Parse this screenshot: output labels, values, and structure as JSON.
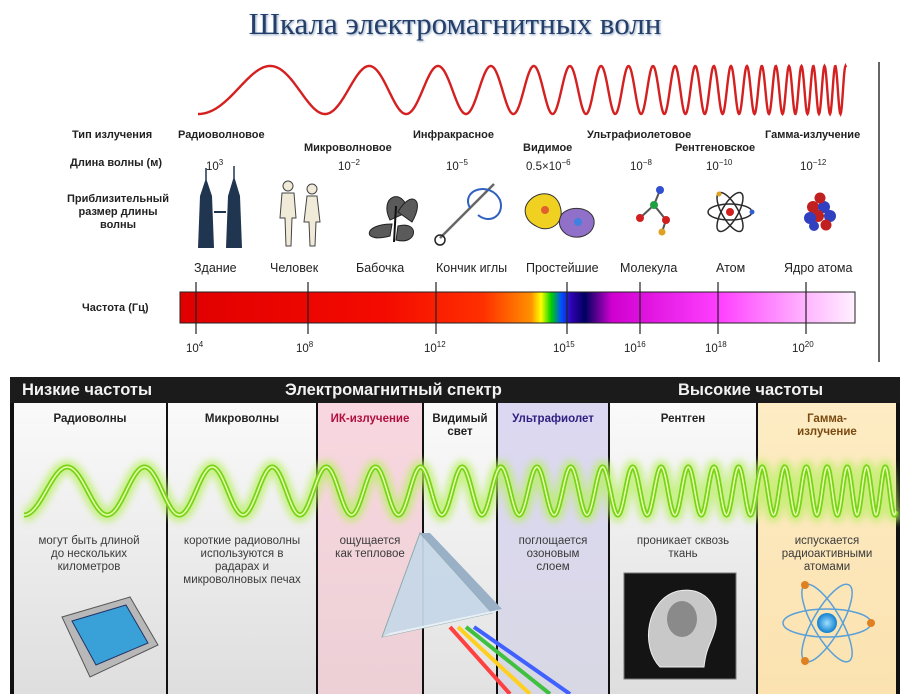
{
  "title": "Шкала электромагнитных волн",
  "top": {
    "row_labels": {
      "type": "Тип излучения",
      "wavelength": "Длина волны (м)",
      "size": "Приблизительный размер длины волны",
      "frequency": "Частота (Гц)"
    },
    "types": [
      "Радиоволновое",
      "Микроволновое",
      "Инфракрасное",
      "Видимое",
      "Ультрафиолетовое",
      "Рентгеновское",
      "Гамма-излучение"
    ],
    "wavelengths": [
      {
        "base": "10",
        "exp": "3"
      },
      {
        "base": "10",
        "exp": "−2"
      },
      {
        "base": "10",
        "exp": "−5"
      },
      {
        "base": "0.5×10",
        "exp": "−6"
      },
      {
        "base": "10",
        "exp": "−8"
      },
      {
        "base": "10",
        "exp": "−10"
      },
      {
        "base": "10",
        "exp": "−12"
      }
    ],
    "objects": [
      "Здание",
      "Человек",
      "Бабочка",
      "Кончик иглы",
      "Простейшие",
      "Молекула",
      "Атом",
      "Ядро атома"
    ],
    "frequencies": [
      {
        "base": "10",
        "exp": "4"
      },
      {
        "base": "10",
        "exp": "8"
      },
      {
        "base": "10",
        "exp": "12"
      },
      {
        "base": "10",
        "exp": "15"
      },
      {
        "base": "10",
        "exp": "16"
      },
      {
        "base": "10",
        "exp": "18"
      },
      {
        "base": "10",
        "exp": "20"
      }
    ]
  },
  "bottom": {
    "header": {
      "low": "Низкие частоты",
      "center": "Электромагнитный спектр",
      "high": "Высокие частоты"
    },
    "columns": [
      {
        "title": "Радиоволны",
        "desc": "могут быть длиной до нескольких километров"
      },
      {
        "title": "Микроволны",
        "desc": "короткие радиоволны используются в радарах и микроволновых печах"
      },
      {
        "title": "ИК-излучение",
        "desc": "ощущается как тепловое"
      },
      {
        "title": "Видимый свет",
        "desc": ""
      },
      {
        "title": "Ультрафиолет",
        "desc": "поглощается озоновым слоем"
      },
      {
        "title": "Рентген",
        "desc": "проникает сквозь ткань"
      },
      {
        "title": "Гамма-излучение",
        "desc": "испускается радиоактивными атомами"
      }
    ]
  },
  "colors": {
    "title": "#243f6a",
    "wave_red": "#d42020",
    "wave_green": "#7ad61c",
    "gamma_col": "#fbe6b4",
    "ir_col": "#f4c6d2",
    "uv_col": "#d7d3f0"
  }
}
